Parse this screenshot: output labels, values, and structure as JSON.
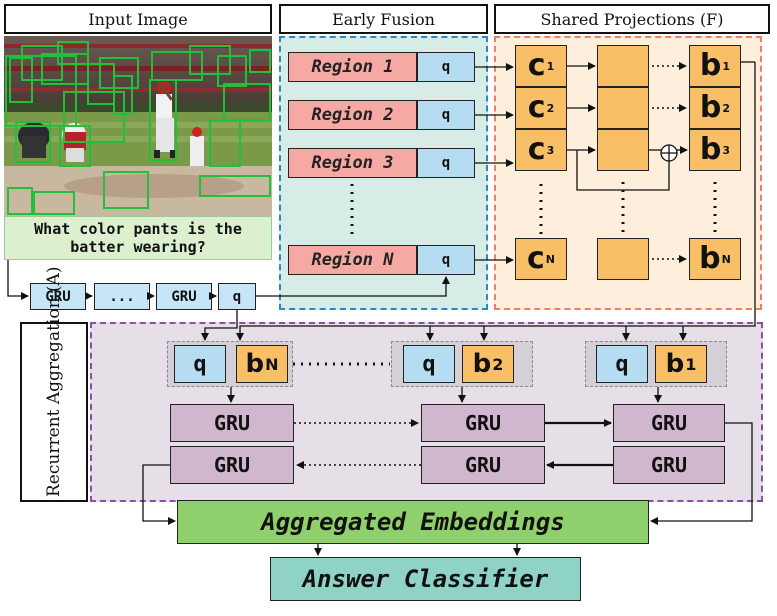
{
  "headers": {
    "input_image": "Input Image",
    "early_fusion": "Early Fusion",
    "shared_projections": "Shared Projections (F)",
    "recurrent_aggregation": "Recurrent Aggregation (A)"
  },
  "question": "What color pants is the batter wearing?",
  "question_encoder": {
    "gru1": "GRU",
    "ellipsis": "...",
    "gru2": "GRU",
    "q": "q"
  },
  "regions": [
    "Region 1",
    "Region 2",
    "Region 3",
    "Region N"
  ],
  "q_label": "q",
  "c_labels": [
    {
      "main": "c",
      "sub": "1"
    },
    {
      "main": "c",
      "sub": "2"
    },
    {
      "main": "c",
      "sub": "3"
    },
    {
      "main": "c",
      "sub": "N"
    }
  ],
  "b_labels": [
    {
      "main": "b",
      "sub": "1"
    },
    {
      "main": "b",
      "sub": "2"
    },
    {
      "main": "b",
      "sub": "3"
    },
    {
      "main": "b",
      "sub": "N"
    }
  ],
  "aggregation_pairs": [
    {
      "q": "q",
      "b": "b",
      "sub": "N"
    },
    {
      "q": "q",
      "b": "b",
      "sub": "2"
    },
    {
      "q": "q",
      "b": "b",
      "sub": "1"
    }
  ],
  "gru_label": "GRU",
  "aggregated": "Aggregated Embeddings",
  "classifier": "Answer Classifier",
  "colors": {
    "region": "#f6a8a3",
    "query": "#b6dcf2",
    "projection": "#f9bf66",
    "gru": "#d1b7cd",
    "aggregated": "#8fd06c",
    "classifier": "#8fd3c6"
  }
}
